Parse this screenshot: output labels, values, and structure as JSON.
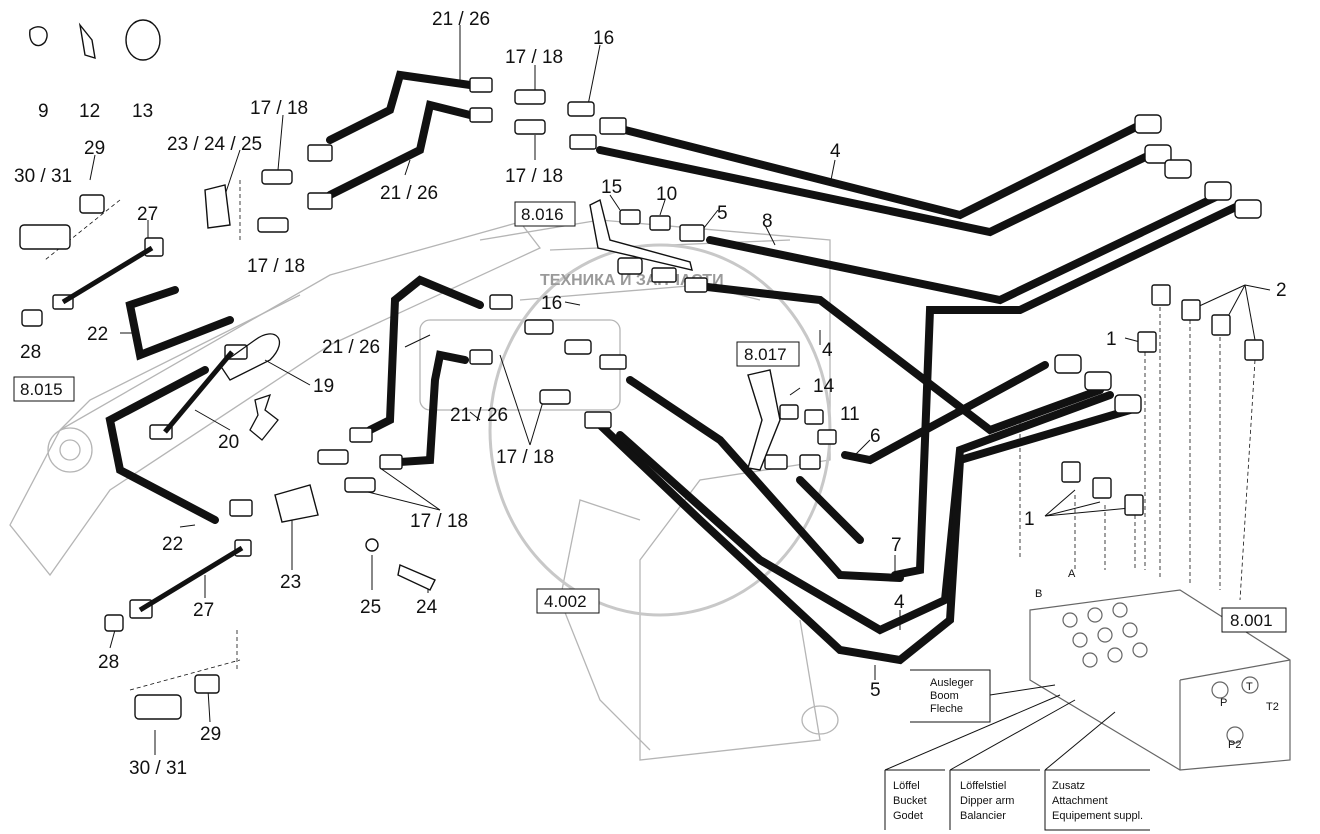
{
  "watermark": "ТЕХНИКА И ЗАПЧАСТИ",
  "part_numbers": {
    "p9": "9",
    "p12": "12",
    "p13": "13",
    "p21_26_top": "21 / 26",
    "p17_18_top": "17 / 18",
    "p16_top": "16",
    "p17_18_left": "17 / 18",
    "p23_24_25": "23 / 24 / 25",
    "p29_top": "29",
    "p30_31_top": "30 / 31",
    "p17_18_mid": "17 / 18",
    "p21_26_mid": "21 / 26",
    "p27_top": "27",
    "p17_18_left2": "17 / 18",
    "p15": "15",
    "p10": "10",
    "p5_top": "5",
    "p8": "8",
    "p4_top": "4",
    "p28_top": "28",
    "p22_top": "22",
    "p16_mid": "16",
    "p21_26_left": "21 / 26",
    "p19": "19",
    "p4_mid": "4",
    "p2": "2",
    "p1_top": "1",
    "p20": "20",
    "p21_26_low": "21 / 26",
    "p14": "14",
    "p11": "11",
    "p6": "6",
    "p17_18_low": "17 / 18",
    "p17_18_right": "17 / 18",
    "p1_low": "1",
    "p22_low": "22",
    "p23": "23",
    "p7": "7",
    "p27_low": "27",
    "p25": "25",
    "p24": "24",
    "p4_low": "4",
    "p28_low": "28",
    "p29_low": "29",
    "p30_31_low": "30 / 31",
    "p5_low": "5",
    "port_a": "A",
    "port_b": "B",
    "port_p": "P",
    "port_t": "T",
    "port_t2": "T2",
    "port_p2": "P2"
  },
  "references": {
    "r8016": "8.016",
    "r8015": "8.015",
    "r8017": "8.017",
    "r4002": "4.002",
    "r8001": "8.001"
  },
  "legend": {
    "boom": [
      "Ausleger",
      "Boom",
      "Fleche"
    ],
    "bucket": [
      "Löffel",
      "Bucket",
      "Godet"
    ],
    "dipper": [
      "Löffelstiel",
      "Dipper arm",
      "Balancier"
    ],
    "attachment": [
      "Zusatz",
      "Attachment",
      "Equipement suppl."
    ]
  },
  "colors": {
    "line": "#111111",
    "ghost": "#b5b5b5",
    "paper": "#ffffff"
  }
}
